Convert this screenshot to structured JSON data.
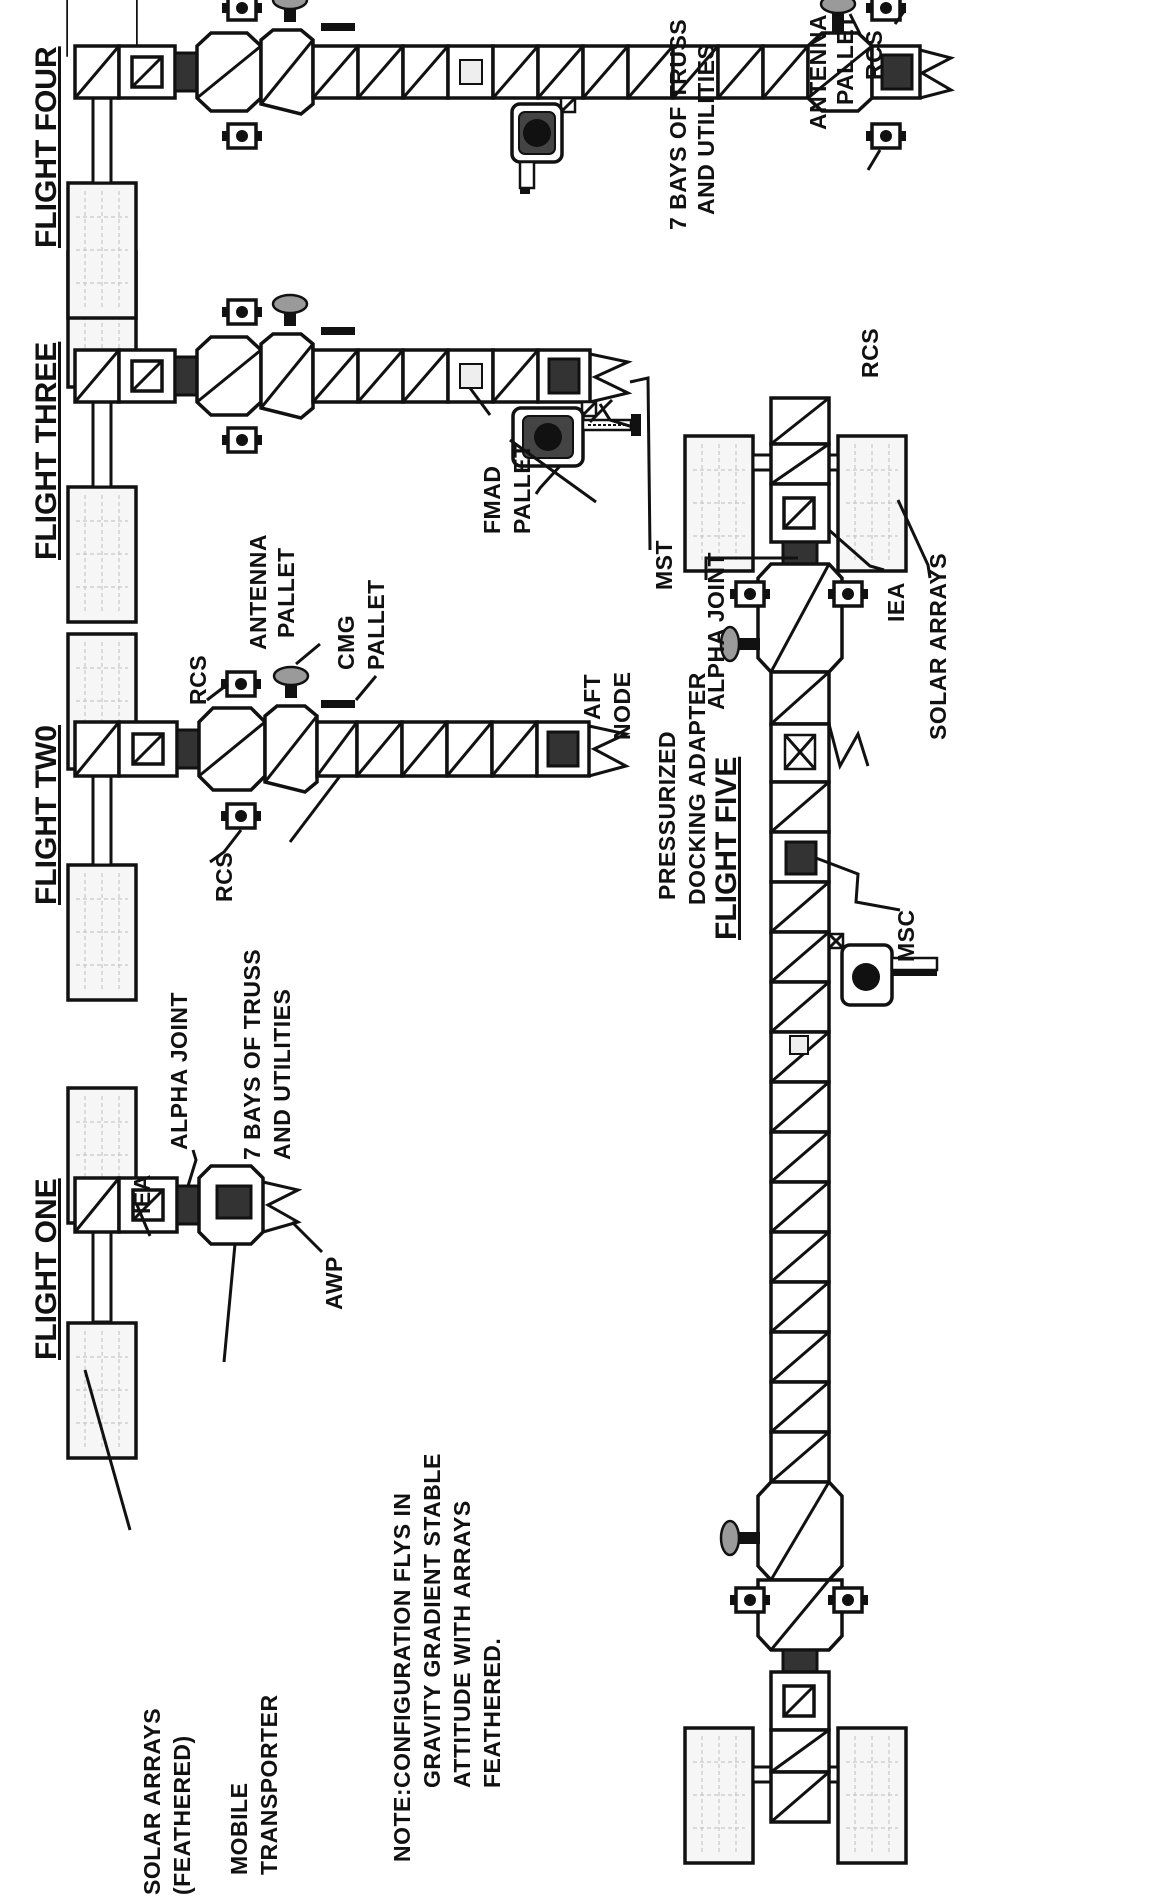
{
  "flights": {
    "one": {
      "title": "FLIGHT ONE",
      "labels": {
        "solar_arrays": "SOLAR ARRAYS",
        "feathered": "(FEATHERED)",
        "iea": "IEA",
        "alpha_joint": "ALPHA JOINT",
        "mobile": "MOBILE",
        "transporter": "TRANSPORTER",
        "awp": "AWP",
        "bays_1": "7 BAYS OF TRUSS",
        "bays_2": "AND UTILITIES"
      }
    },
    "two": {
      "title": "FLIGHT TW0",
      "labels": {
        "rcs_top": "RCS",
        "rcs_bottom": "RCS",
        "antenna": "ANTENNA",
        "antenna_pallet": "PALLET",
        "cmg": "CMG",
        "cmg_pallet": "PALLET"
      }
    },
    "three": {
      "title": "FLIGHT THREE",
      "labels": {
        "fmad": "FMAD",
        "fmad_pallet": "PALLET",
        "aft": "AFT",
        "node": "NODE",
        "pressurized": "PRESSURIZED",
        "docking_adapter": "DOCKING ADAPTER",
        "mst": "MST"
      }
    },
    "four": {
      "title": "FLIGHT FOUR",
      "labels": {
        "bays_1": "7 BAYS OF TRUSS",
        "bays_2": "AND UTILITIES",
        "antenna": "ANTENNA",
        "antenna_pallet": "PALLET",
        "rcs_top": "RCS",
        "rcs_bottom": "RCS"
      }
    },
    "five": {
      "title": "FLIGHT FIVE",
      "labels": {
        "alpha_joint": "ALPHA JOINT",
        "iea": "IEA",
        "solar_arrays": "SOLAR ARRAYS",
        "msc": "MSC"
      }
    }
  },
  "note": {
    "label": "NOTE:",
    "line1": "CONFIGURATION FLYS IN",
    "line2": "GRAVITY GRADIENT STABLE",
    "line3": "ATTITUDE WITH ARRAYS",
    "line4": "FEATHERED."
  }
}
